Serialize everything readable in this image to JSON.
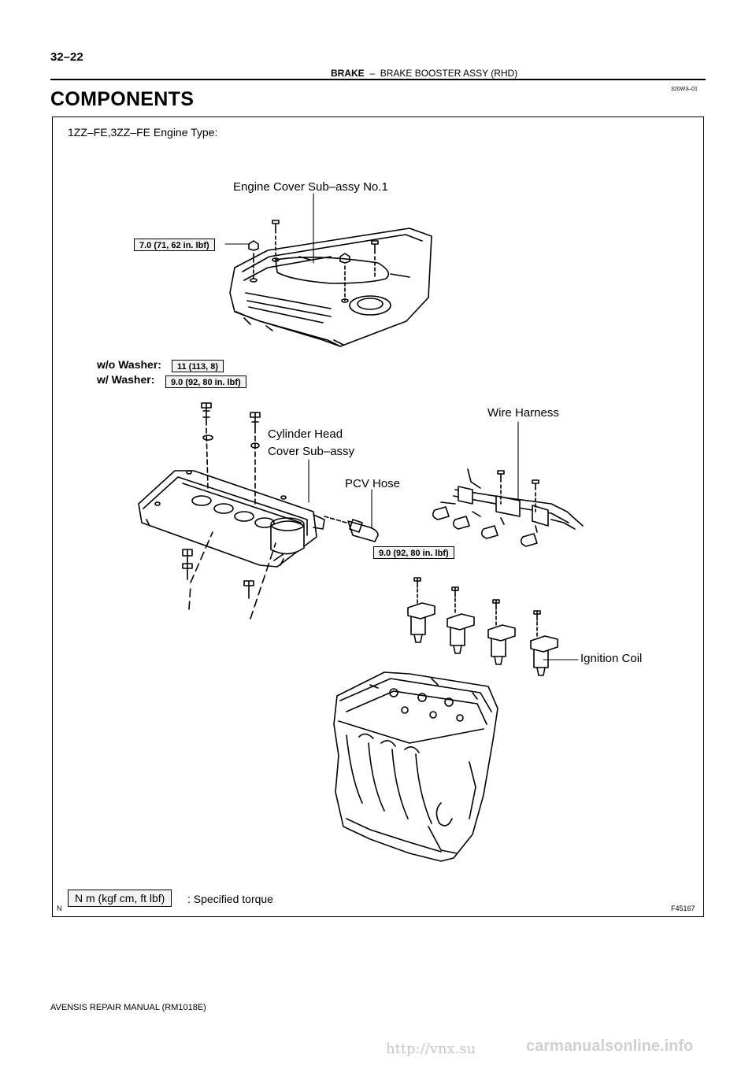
{
  "header": {
    "page_number": "32–22",
    "section": "BRAKE",
    "separator": "–",
    "subsection": "BRAKE BOOSTER ASSY (RHD)",
    "doc_code": "320W3–01"
  },
  "title": "COMPONENTS",
  "figure": {
    "engine_type": "1ZZ–FE,3ZZ–FE Engine Type:",
    "labels": {
      "engine_cover": "Engine Cover Sub–assy No.1",
      "wire_harness": "Wire Harness",
      "cylinder_head_line1": "Cylinder Head",
      "cylinder_head_line2": "Cover Sub–assy",
      "pcv_hose": "PCV Hose",
      "ignition_coil": "Ignition Coil"
    },
    "washer": {
      "without": "w/o Washer:",
      "with": "w/ Washer:"
    },
    "torques": {
      "engine_cover": "7.0 (71, 62 in. lbf)",
      "without_washer": "11 (113, 8)",
      "with_washer": "9.0 (92, 80 in. lbf)",
      "ignition_coil": "9.0 (92, 80 in. lbf)"
    },
    "legend": {
      "box": "N m (kgf cm, ft lbf)",
      "text": ": Specified torque"
    },
    "corner_left": "N",
    "figure_code": "F45167"
  },
  "footer": "AVENSIS REPAIR MANUAL   (RM1018E)",
  "watermarks": {
    "left": "http://vnx.su",
    "right": "carmanualsonline.info"
  }
}
